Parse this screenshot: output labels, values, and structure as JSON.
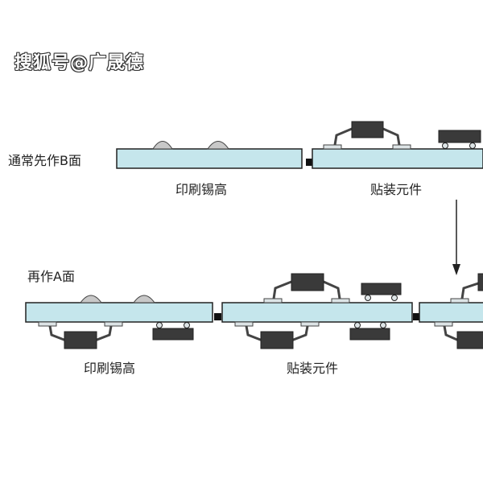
{
  "watermark": "搜狐号@广晟德",
  "labels": {
    "side_b": "通常先作B面",
    "side_a": "再作A面",
    "print_paste_top": "印刷锡高",
    "place_top": "贴装元件",
    "print_paste_bottom": "印刷锡高",
    "place_bottom": "贴装元件"
  },
  "colors": {
    "board": "#c5e6ec",
    "component": "#3a3a3a",
    "pad": "#dde4e6",
    "paste": "#c8c8c8"
  }
}
